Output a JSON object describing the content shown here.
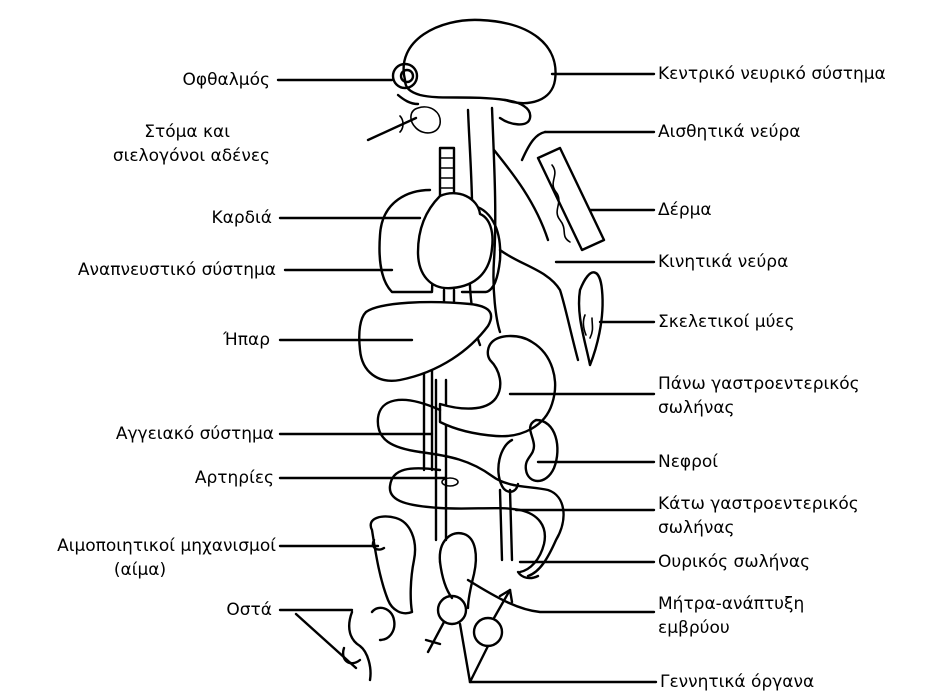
{
  "colors": {
    "ink": "#000000",
    "paper": "#ffffff"
  },
  "labels_left": {
    "eye": "Οφθαλμός",
    "mouth_line1": "Στόμα και",
    "mouth_line2": "σιελογόνοι αδένες",
    "heart": "Καρδιά",
    "respiratory": "Αναπνευστικό σύστημα",
    "liver": "Ήπαρ",
    "vascular": "Αγγειακό σύστημα",
    "arteries": "Αρτηρίες",
    "hematopoietic_line1": "Αιμοποιητικοί μηχανισμοί",
    "hematopoietic_line2": "(αίμα)",
    "bones": "Οστά"
  },
  "labels_right": {
    "cns": "Κεντρικό νευρικό σύστημα",
    "sensory_nerves": "Αισθητικά νεύρα",
    "skin": "Δέρμα",
    "motor_nerves": "Κινητικά νεύρα",
    "skeletal_muscles": "Σκελετικοί μύες",
    "upper_gi_line1": "Πάνω γαστροεντερικός",
    "upper_gi_line2": "σωλήνας",
    "kidneys": "Νεφροί",
    "lower_gi_line1": "Κάτω γαστροεντερικός",
    "lower_gi_line2": "σωλήνας",
    "urinary": "Ουρικός σωλήνας",
    "uterus_line1": "Μήτρα-ανάπτυξη",
    "uterus_line2": "εμβρύου",
    "genital": "Γεννητικά όργανα"
  }
}
